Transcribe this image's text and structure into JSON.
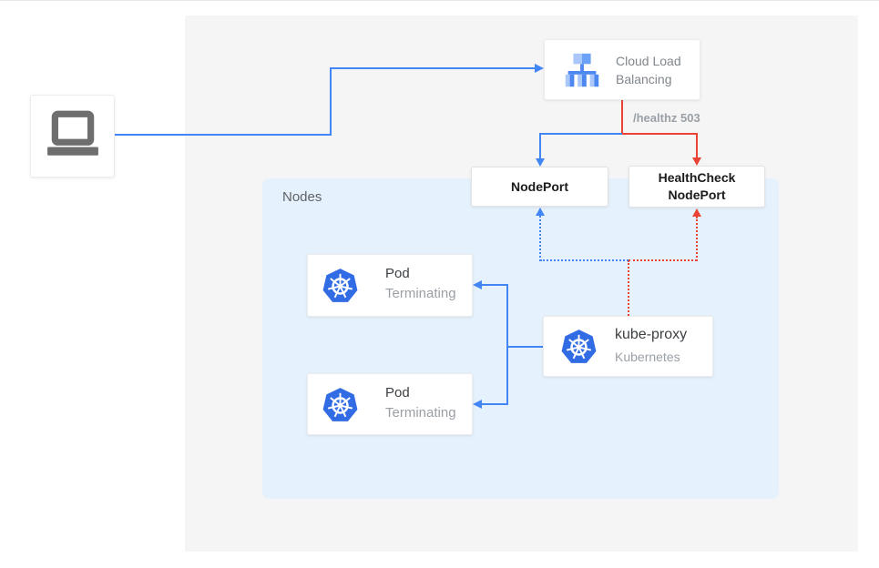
{
  "labels": {
    "nodes_group": "Nodes",
    "health_check_route": "/healthz 503"
  },
  "nodes": {
    "client": {
      "icon": "laptop-icon"
    },
    "cloud_load_balancing": {
      "title": "Cloud Load Balancing",
      "icon": "cloud-load-balancing-icon"
    },
    "node_port": {
      "label": "NodePort"
    },
    "health_check_node_port": {
      "label": "HealthCheck NodePort"
    },
    "pod_top": {
      "title": "Pod",
      "status": "Terminating",
      "icon": "kubernetes-icon"
    },
    "pod_bottom": {
      "title": "Pod",
      "status": "Terminating",
      "icon": "kubernetes-icon"
    },
    "kube_proxy": {
      "title": "kube-proxy",
      "subtitle": "Kubernetes",
      "icon": "kubernetes-icon"
    }
  },
  "edges": [
    {
      "from": "client",
      "to": "cloud_load_balancing",
      "style": "solid",
      "color": "#4285f4"
    },
    {
      "from": "cloud_load_balancing",
      "to": "node_port",
      "style": "solid",
      "color": "#4285f4"
    },
    {
      "from": "cloud_load_balancing",
      "to": "health_check_node_port",
      "style": "solid",
      "color": "#ea4335",
      "label": "/healthz 503"
    },
    {
      "from": "kube_proxy",
      "to": "node_port",
      "style": "dotted",
      "color": "#4285f4"
    },
    {
      "from": "kube_proxy",
      "to": "health_check_node_port",
      "style": "dotted",
      "color": "#ea4335"
    },
    {
      "from": "kube_proxy",
      "to": "pod_top",
      "style": "solid",
      "color": "#4285f4"
    },
    {
      "from": "kube_proxy",
      "to": "pod_bottom",
      "style": "solid",
      "color": "#4285f4"
    }
  ],
  "colors": {
    "edge_blue": "#4285f4",
    "edge_red": "#ea4335",
    "nodes_panel_bg": "#e5f1fc",
    "outer_panel_bg": "#f5f5f6",
    "kubernetes_blue": "#326ce5",
    "muted_text": "#9aa0a6"
  }
}
